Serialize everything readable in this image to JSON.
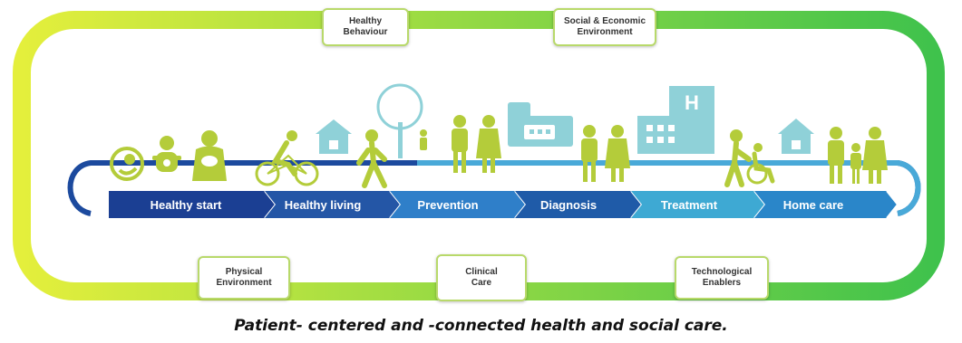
{
  "colors": {
    "ring_start": "#e4ef3c",
    "ring_end": "#3fc24c",
    "figures": "#b4cc3a",
    "light_blue_icons": "#8fd1d8",
    "chevron_dark": "#1a3f94",
    "chevron_mid": "#2276c5",
    "chevron_light": "#4fb3d7"
  },
  "top_boxes": [
    {
      "label": "Healthy\nBehaviour"
    },
    {
      "label": "Social & Economic\nEnvironment"
    }
  ],
  "bottom_boxes": [
    {
      "label": "Physical\nEnvironment"
    },
    {
      "label": "Clinical\nCare"
    },
    {
      "label": "Technological\nEnablers"
    }
  ],
  "stages": [
    {
      "label": "Healthy start",
      "color": "#1b3f93"
    },
    {
      "label": "Healthy living",
      "color": "#2456a6"
    },
    {
      "label": "Prevention",
      "color": "#2f7fc9"
    },
    {
      "label": "Diagnosis",
      "color": "#1f5ba8"
    },
    {
      "label": "Treatment",
      "color": "#3ea9d3"
    },
    {
      "label": "Home care",
      "color": "#2a86c9"
    }
  ],
  "icons": [
    "fetus-icon",
    "baby-icon",
    "mother-with-baby-icon",
    "cyclist-icon",
    "house-icon",
    "walking-person-icon",
    "tree-icon",
    "child-icon",
    "doctor-icon",
    "doctor-icon",
    "clinic-building-icon",
    "doctor-icon",
    "nurse-icon",
    "hospital-icon",
    "carer-with-wheelchair-icon",
    "house-icon",
    "family-icon"
  ],
  "caption": "Patient- centered and -connected health and social care."
}
